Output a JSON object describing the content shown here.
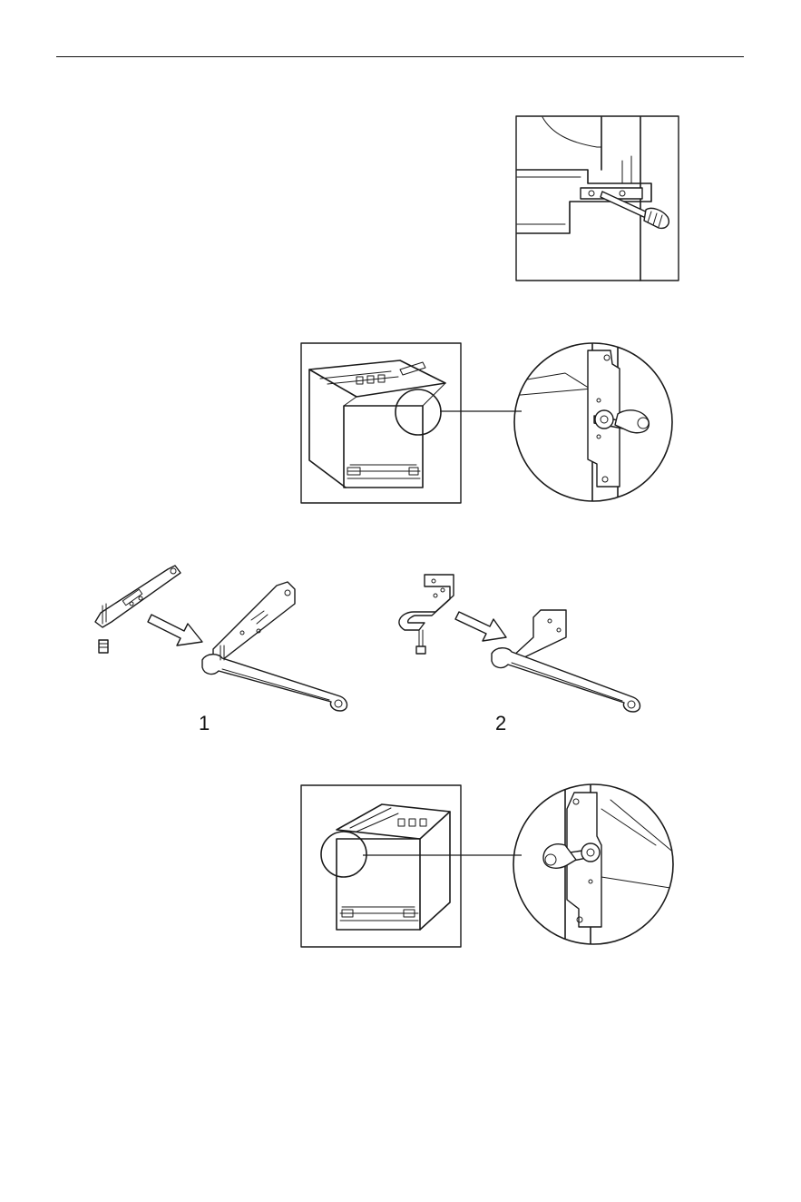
{
  "page": {
    "step_labels": [
      "1",
      "2"
    ]
  },
  "icons": {
    "header_rule": "horizontal-rule",
    "detail_zoom": "magnifier-circle",
    "arrow": "hollow-arrow"
  }
}
